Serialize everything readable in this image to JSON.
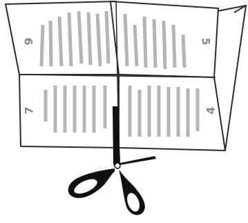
{
  "diagram": {
    "page_numbers": {
      "top_left": "6",
      "top_right": "5",
      "bottom_left": "7",
      "bottom_right": "4"
    },
    "colors": {
      "outline": "#2a2a2a",
      "text_lines": "#b4b4b4",
      "page_number": "#8a8a8a",
      "paper": "#ffffff",
      "scissors": "#111111"
    },
    "icons": [
      "scissors-icon"
    ]
  }
}
